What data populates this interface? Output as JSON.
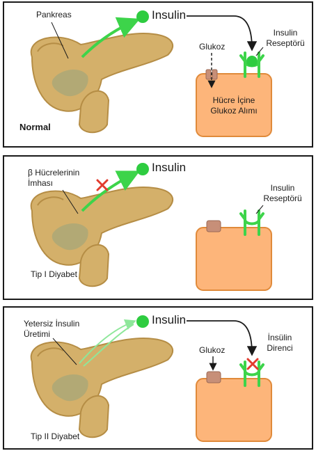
{
  "colors": {
    "pancreas": "#d4b06a",
    "pancreas_dark": "#b58d45",
    "cell_fill": "#fdb57a",
    "cell_border": "#e08a3a",
    "receptor": "#3dd44a",
    "insulin": "#2ecc40",
    "channel": "#c78f78",
    "cross": "#e23b2e"
  },
  "panel_normal": {
    "pancreas_label": "Pankreas",
    "insulin_label": "Insulin",
    "glucose_label": "Glukoz",
    "receptor_label_line1": "Insulin",
    "receptor_label_line2": "Reseptörü",
    "uptake_line1": "Hücre İçine",
    "uptake_line2": "Glukoz Alımı",
    "title": "Normal"
  },
  "panel_type1": {
    "destruction_line1": "β Hücrelerinin",
    "destruction_line2": "İmhası",
    "insulin_label": "Insulin",
    "receptor_label_line1": "Insulin",
    "receptor_label_line2": "Reseptörü",
    "title": "Tip I Diyabet"
  },
  "panel_type2": {
    "insufficient_line1": "Yetersiz İnsulin",
    "insufficient_line2": "Üretimi",
    "insulin_label": "Insulin",
    "resistance_line1": "İnsülin",
    "resistance_line2": "Direnci",
    "glucose_label": "Glukoz",
    "title": "Tip II Diyabet"
  }
}
